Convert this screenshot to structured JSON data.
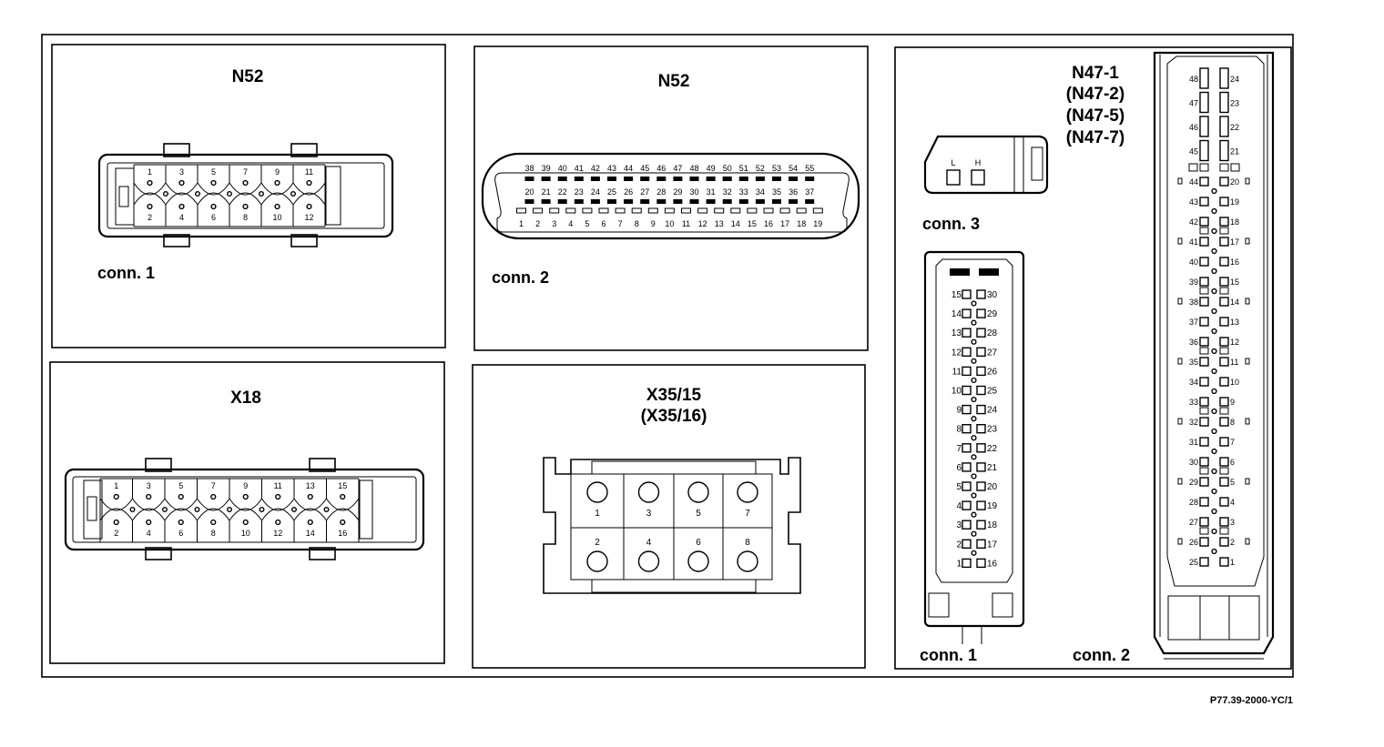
{
  "figure_ref": "P77.39-2000-YC/1",
  "panel_n52_conn1": {
    "title": "N52",
    "caption": "conn. 1",
    "pins_top": [
      "1",
      "3",
      "5",
      "7",
      "9",
      "11"
    ],
    "pins_bottom": [
      "2",
      "4",
      "6",
      "8",
      "10",
      "12"
    ]
  },
  "panel_n52_conn2": {
    "title": "N52",
    "caption": "conn. 2",
    "row1": [
      "38",
      "39",
      "40",
      "41",
      "42",
      "43",
      "44",
      "45",
      "46",
      "47",
      "48",
      "49",
      "50",
      "51",
      "52",
      "53",
      "54",
      "55"
    ],
    "row2": [
      "20",
      "21",
      "22",
      "23",
      "24",
      "25",
      "26",
      "27",
      "28",
      "29",
      "30",
      "31",
      "32",
      "33",
      "34",
      "35",
      "36",
      "37"
    ],
    "row3": [
      "1",
      "2",
      "3",
      "4",
      "5",
      "6",
      "7",
      "8",
      "9",
      "10",
      "11",
      "12",
      "13",
      "14",
      "15",
      "16",
      "17",
      "18",
      "19"
    ]
  },
  "panel_x18": {
    "title": "X18",
    "pins_top": [
      "1",
      "3",
      "5",
      "7",
      "9",
      "11",
      "13",
      "15"
    ],
    "pins_bottom": [
      "2",
      "4",
      "6",
      "8",
      "10",
      "12",
      "14",
      "16"
    ]
  },
  "panel_x35": {
    "title_line1": "X35/15",
    "title_line2": "(X35/16)",
    "pins_top": [
      "1",
      "3",
      "5",
      "7"
    ],
    "pins_bottom": [
      "2",
      "4",
      "6",
      "8"
    ]
  },
  "panel_n47": {
    "title_lines": [
      "N47-1",
      "(N47-2)",
      "(N47-5)",
      "(N47-7)"
    ],
    "conn3_caption": "conn. 3",
    "conn3_pin_labels": [
      "L",
      "H"
    ],
    "conn1_caption": "conn. 1",
    "conn1_left": [
      "15",
      "14",
      "13",
      "12",
      "11",
      "10",
      "9",
      "8",
      "7",
      "6",
      "5",
      "4",
      "3",
      "2",
      "1"
    ],
    "conn1_right": [
      "30",
      "29",
      "28",
      "27",
      "26",
      "25",
      "24",
      "23",
      "22",
      "21",
      "20",
      "19",
      "18",
      "17",
      "16"
    ],
    "conn2_caption": "conn. 2",
    "conn2_top_left": [
      "48",
      "47",
      "46",
      "45"
    ],
    "conn2_top_right": [
      "24",
      "23",
      "22",
      "21"
    ],
    "conn2_left": [
      "44",
      "43",
      "42",
      "41",
      "40",
      "39",
      "38",
      "37",
      "36",
      "35",
      "34",
      "33",
      "32",
      "31",
      "30",
      "29",
      "28",
      "27",
      "26",
      "25"
    ],
    "conn2_right": [
      "20",
      "19",
      "18",
      "17",
      "16",
      "15",
      "14",
      "13",
      "12",
      "11",
      "10",
      "9",
      "8",
      "7",
      "6",
      "5",
      "4",
      "3",
      "2",
      "1"
    ]
  }
}
